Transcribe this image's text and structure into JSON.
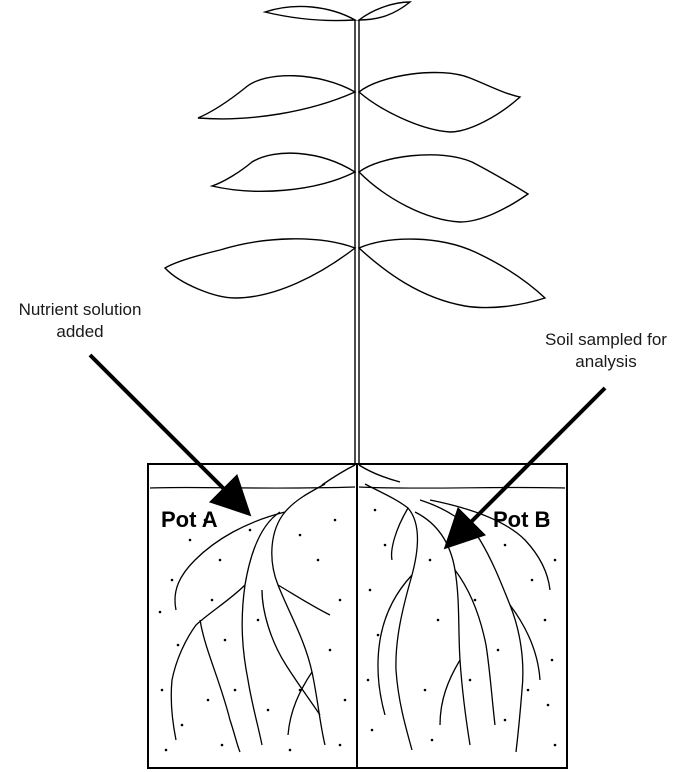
{
  "labels": {
    "left_line1": "Nutrient solution",
    "left_line2": "added",
    "right_line1": "Soil sampled for",
    "right_line2": "analysis"
  },
  "pots": {
    "a": "Pot A",
    "b": "Pot B"
  },
  "colors": {
    "line": "#000000",
    "background": "#ffffff"
  }
}
